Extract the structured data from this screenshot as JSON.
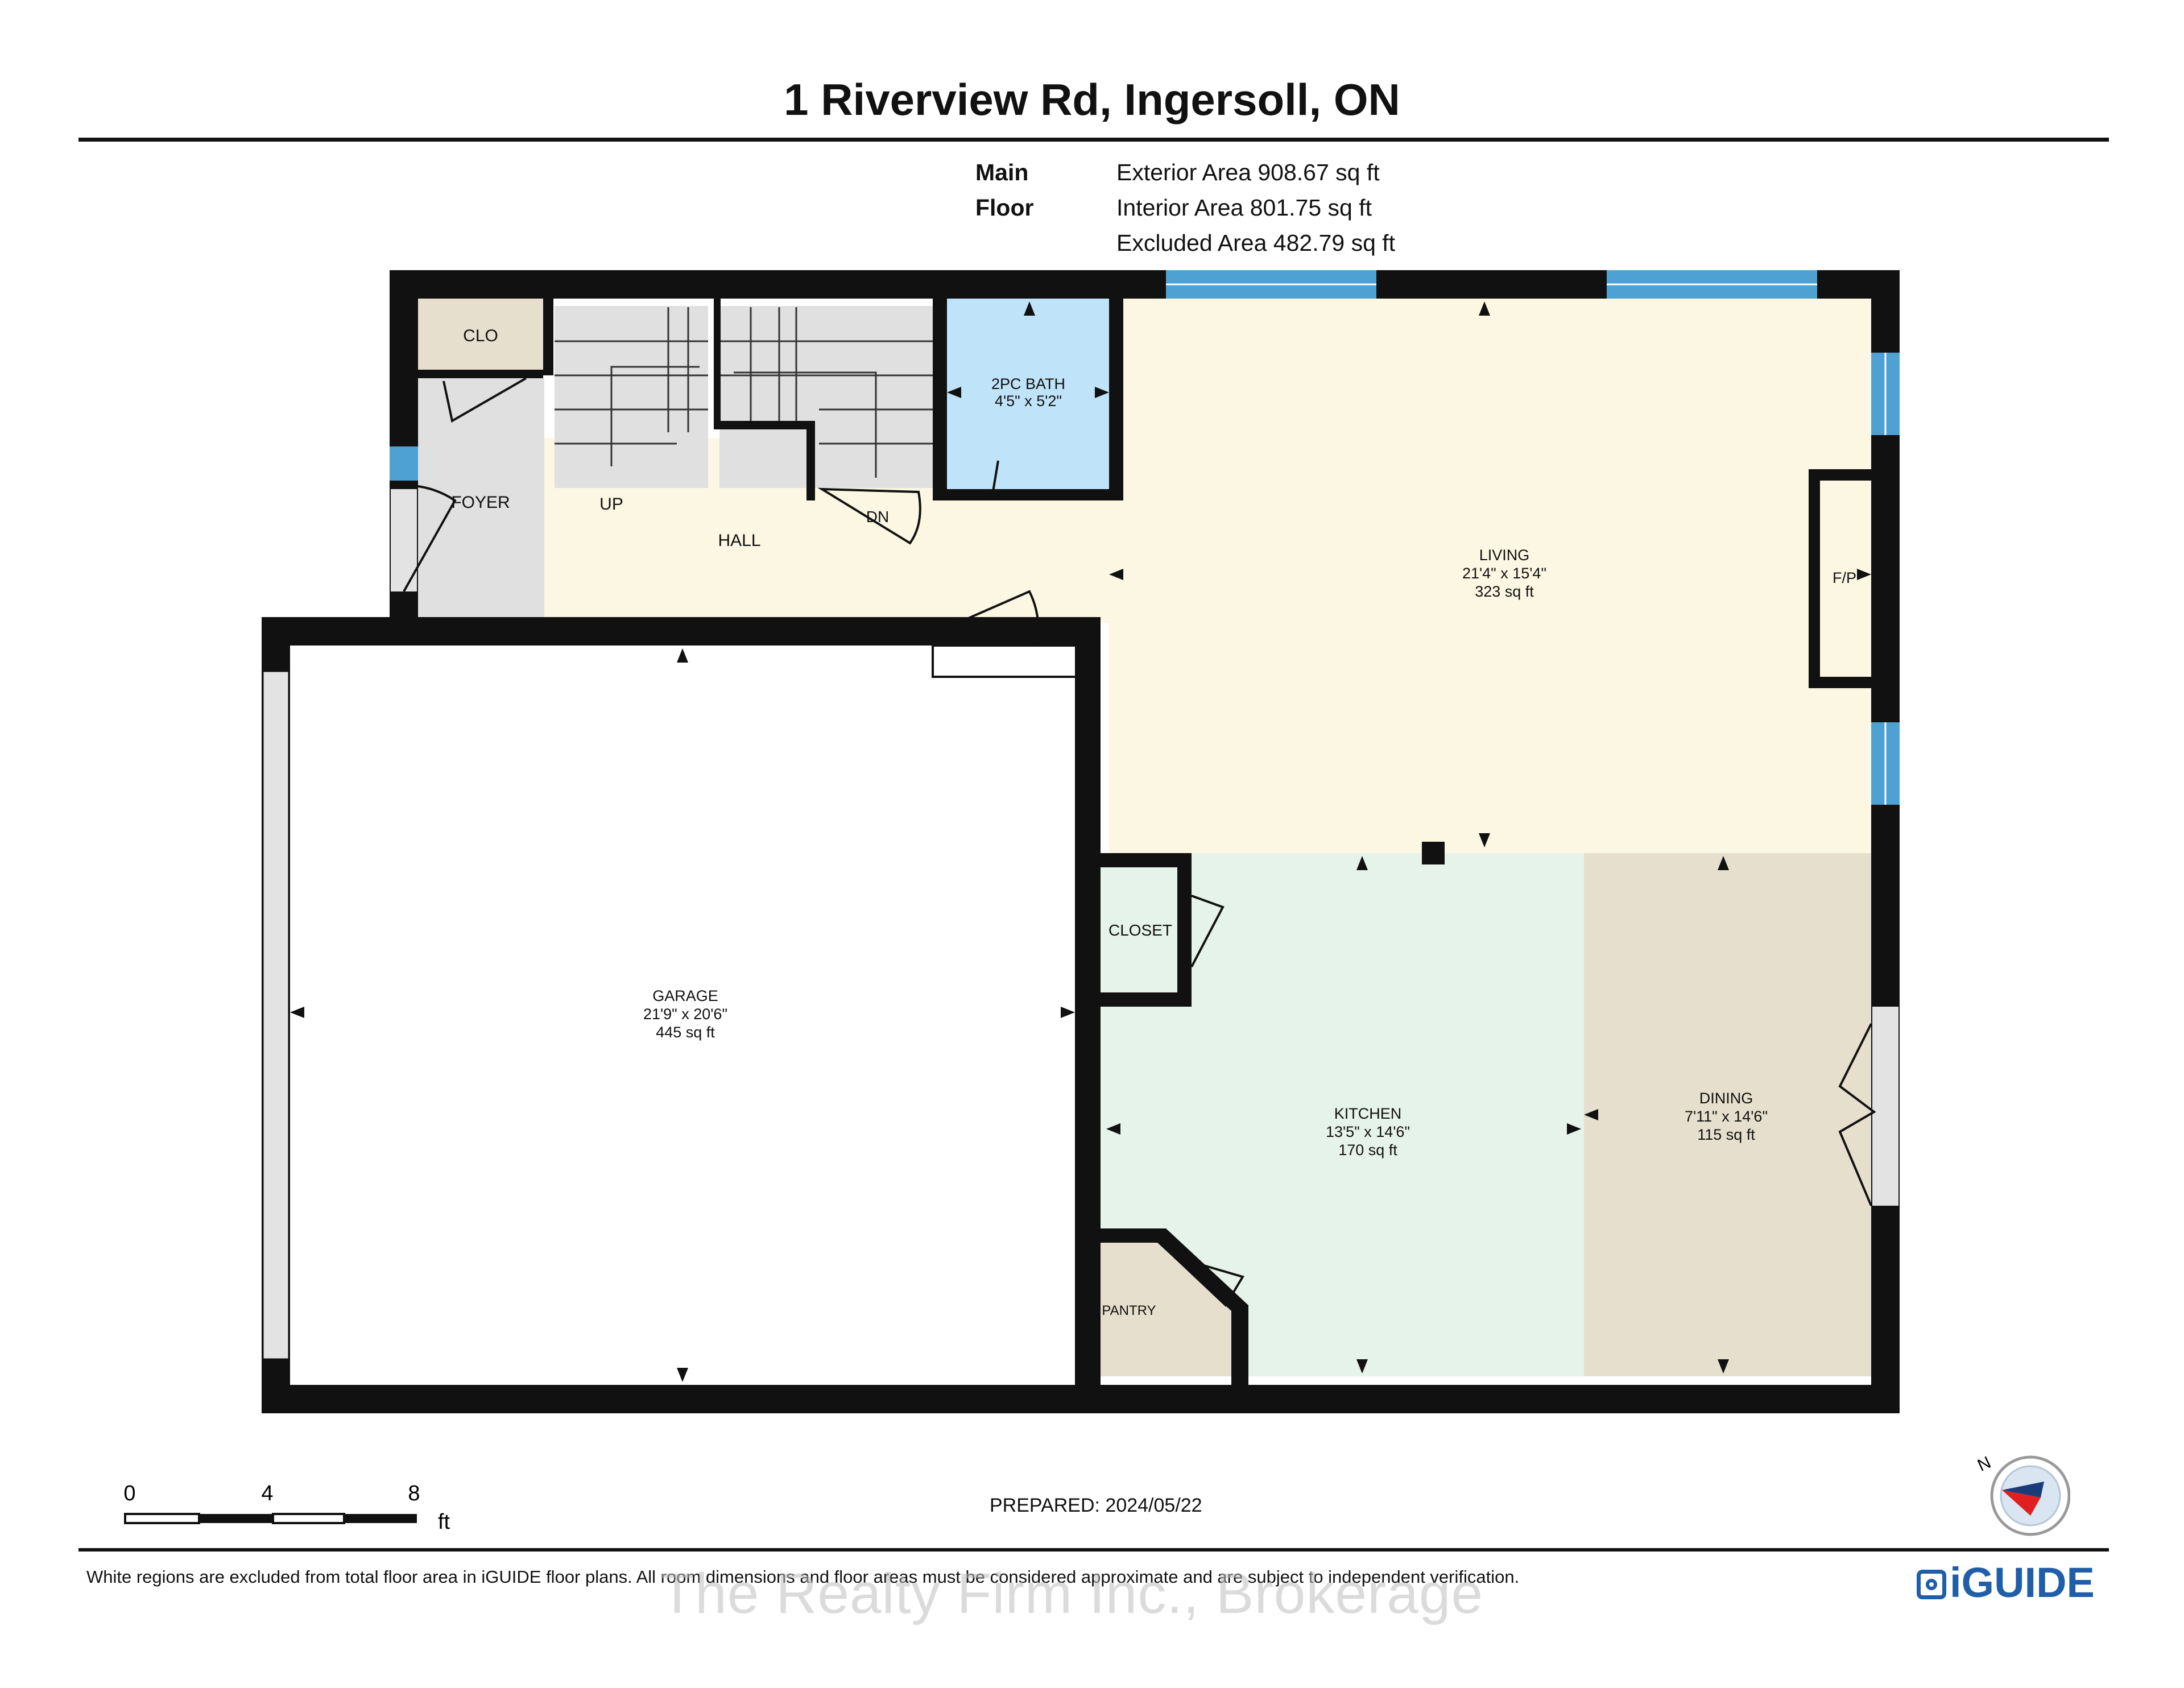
{
  "header": {
    "title": "1 Riverview Rd, Ingersoll, ON",
    "floor_label": "Main Floor",
    "exterior_area": "Exterior Area 908.67 sq ft",
    "interior_area": "Interior Area 801.75 sq ft",
    "excluded_area": "Excluded Area 482.79 sq ft"
  },
  "rooms": {
    "clo": {
      "name": "CLO"
    },
    "foyer": {
      "name": "FOYER"
    },
    "up": {
      "name": "UP"
    },
    "hall": {
      "name": "HALL"
    },
    "dn": {
      "name": "DN"
    },
    "bath": {
      "name": "2PC BATH",
      "dims": "4'5\" x 5'2\""
    },
    "living": {
      "name": "LIVING",
      "dims": "21'4\" x 15'4\"",
      "area": "323 sq ft"
    },
    "fp": {
      "name": "F/P"
    },
    "garage": {
      "name": "GARAGE",
      "dims": "21'9\" x 20'6\"",
      "area": "445 sq ft"
    },
    "closet": {
      "name": "CLOSET"
    },
    "kitchen": {
      "name": "KITCHEN",
      "dims": "13'5\" x 14'6\"",
      "area": "170 sq ft"
    },
    "dining": {
      "name": "DINING",
      "dims": "7'11\" x 14'6\"",
      "area": "115 sq ft"
    },
    "pantry": {
      "name": "PANTRY"
    }
  },
  "scale_bar": {
    "t0": "0",
    "t4": "4",
    "t8": "8",
    "unit": "ft"
  },
  "footer": {
    "prepared": "PREPARED: 2024/05/22",
    "disclaimer": "White regions are excluded from total floor area in iGUIDE floor plans. All room dimensions and floor areas must be considered approximate and are subject to independent verification.",
    "watermark": "The Realty Firm Inc., Brokerage",
    "brand": "iGUIDE"
  },
  "colors": {
    "wall": "#111111",
    "hall_living": "#fcf7e2",
    "bath": "#bfe3f8",
    "kitchen": "#e6f3ea",
    "dining_pantry": "#e7dfcd",
    "stairs_foyer": "#e0e0e0",
    "window": "#4ea2d3",
    "brand": "#1f5ea8"
  }
}
